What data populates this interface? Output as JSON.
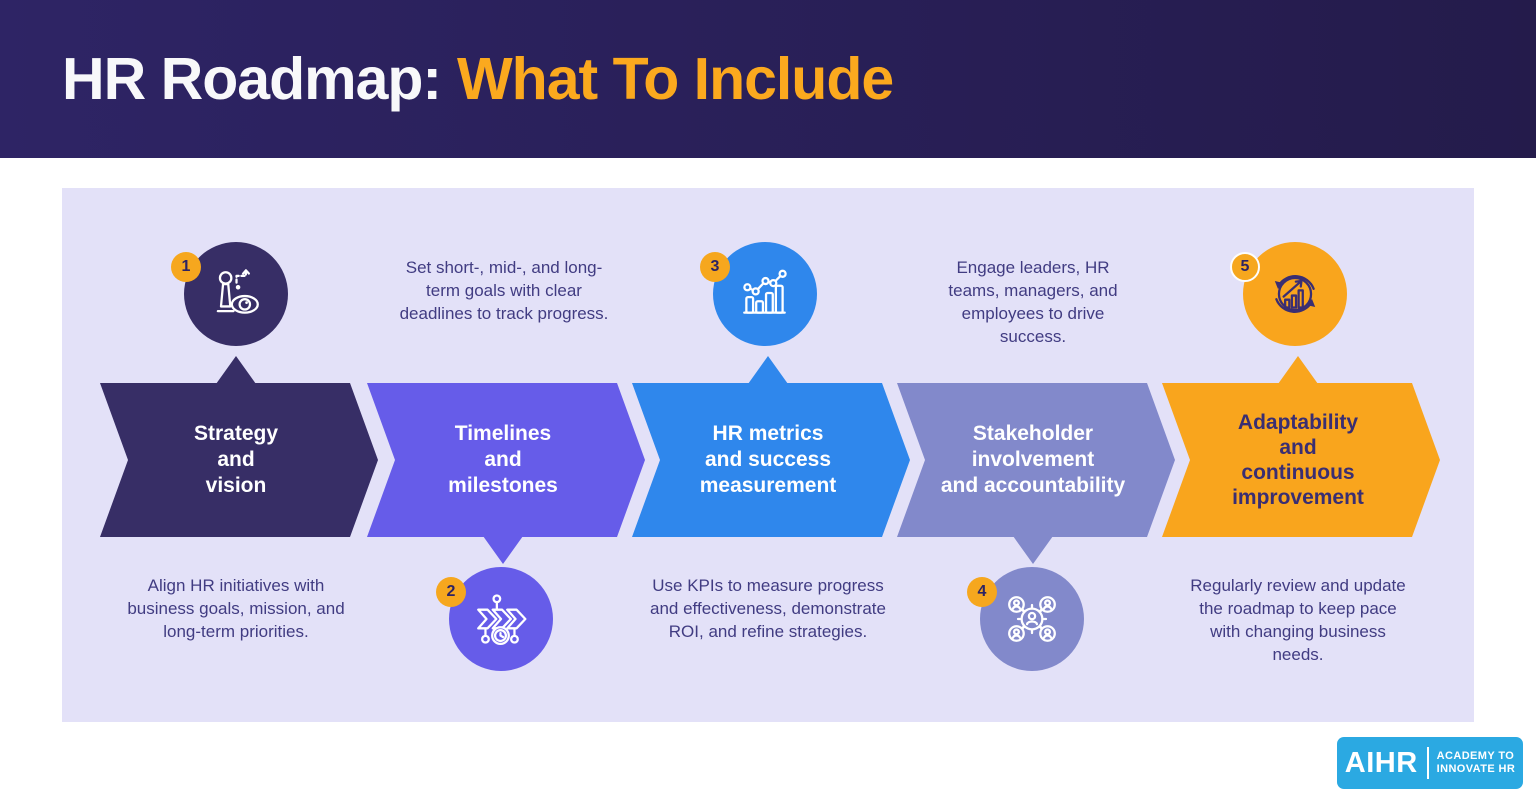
{
  "header": {
    "title_prefix": "HR Roadmap:",
    "title_accent": "What To Include"
  },
  "colors": {
    "header_bg_left": "#2E2465",
    "header_bg_right": "#241B4B",
    "title_accent": "#FBA91E",
    "panel_bg": "#E3E1F8",
    "badge_bg": "#F6A71E",
    "badge_text": "#2D2363",
    "description_text": "#413C82",
    "logo_bg": "#2BA9E2"
  },
  "steps": [
    {
      "number": "1",
      "color": "#372E66",
      "label": "Strategy\nand\nvision",
      "label_color": "#FFFFFF",
      "description": "Align HR initiatives with business goals, mission, and long-term priorities.",
      "icon": "chess-pawn-vision-icon"
    },
    {
      "number": "2",
      "color": "#665CE9",
      "label": "Timelines\nand\nmilestones",
      "label_color": "#FFFFFF",
      "description": "Set short-, mid-, and long-term goals with clear deadlines to track progress.",
      "icon": "timeline-milestones-icon"
    },
    {
      "number": "3",
      "color": "#2F87EC",
      "label": "HR metrics\nand success\nmeasurement",
      "label_color": "#FFFFFF",
      "description": "Use KPIs to measure progress and effectiveness, demonstrate ROI, and refine strategies.",
      "icon": "metrics-chart-icon"
    },
    {
      "number": "4",
      "color": "#8289CB",
      "label": "Stakeholder\ninvolvement\nand accountability",
      "label_color": "#FFFFFF",
      "description": "Engage leaders, HR teams, managers, and employees to drive success.",
      "icon": "stakeholder-network-icon"
    },
    {
      "number": "5",
      "color": "#F9A51D",
      "label": "Adaptability\nand\ncontinuous\nimprovement",
      "label_color": "#3A2E72",
      "description": "Regularly review and update the roadmap to keep pace with changing business needs.",
      "icon": "continuous-improvement-icon"
    }
  ],
  "logo": {
    "name": "AIHR",
    "tagline_line1": "ACADEMY TO",
    "tagline_line2": "INNOVATE HR"
  }
}
